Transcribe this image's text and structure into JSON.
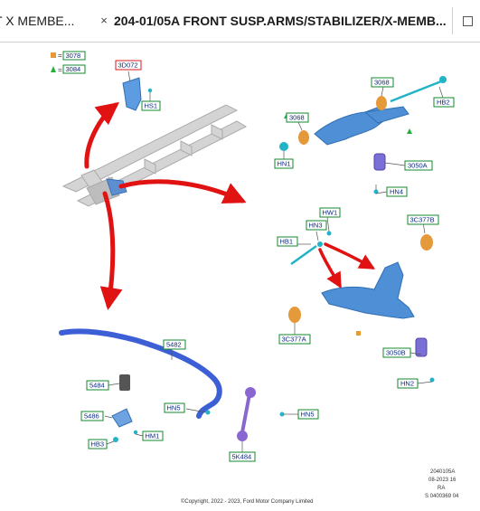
{
  "tabs": {
    "prev_label": "T X MEMBE...",
    "active_label": "204-01/05A FRONT SUSP.ARMS/STABILIZER/X-MEMB...",
    "close_glyph": "×"
  },
  "legend": {
    "items": [
      {
        "code": "3078",
        "symbol": "orange-square"
      },
      {
        "code": "3084",
        "symbol": "green-triangle"
      }
    ],
    "equals": "="
  },
  "labels": {
    "l3d072": "3D072",
    "hs1": "HS1",
    "l3068a": "3068",
    "l3068b": "3068",
    "hb2": "HB2",
    "hn1": "HN1",
    "l3050a": "3050A",
    "hn4": "HN4",
    "hw1": "HW1",
    "hn3": "HN3",
    "hb1": "HB1",
    "l3c377b": "3C377B",
    "l3c377a": "3C377A",
    "l3050b": "3050B",
    "hn2": "HN2",
    "l5482": "5482",
    "l5484": "5484",
    "l5486": "5486",
    "hm1": "HM1",
    "hb3": "HB3",
    "hn5a": "HN5",
    "hn5b": "HN5",
    "l5k484": "5K484"
  },
  "meta": {
    "line1": "2040105A",
    "line2": "08-2023 16",
    "line3": "RA",
    "line4": "S 0400369 04"
  },
  "copyright": "©Copyright, 2022 - 2023, Ford Motor Company Limited",
  "colors": {
    "label_border": "#138a2e",
    "label_text": "#0b2a80",
    "label_border_highlight": "#d81a1a",
    "arrow": "#e01212",
    "part_blue": "#4f8fd6",
    "bushing_orange": "#e59a3a",
    "fastener_cyan": "#22b3c7",
    "stabilizer_blue": "#3d5fd6",
    "link_purple": "#8a67d0",
    "frame_gray": "#c9c9c9"
  }
}
